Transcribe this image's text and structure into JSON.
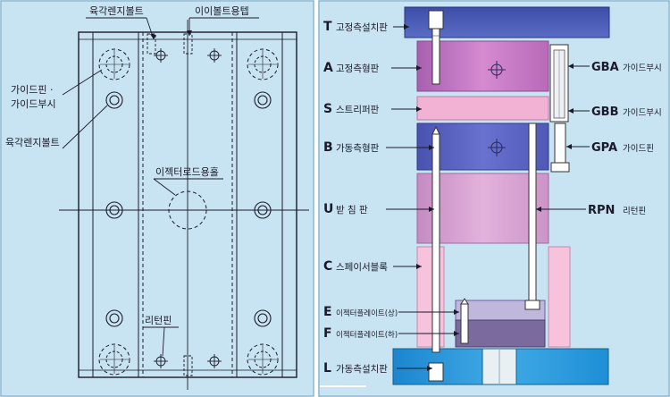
{
  "left_panel": {
    "background": "#c8e4f2",
    "labels": {
      "hex_bolt_top": "육각렌지볼트",
      "eye_bolt_hole": "이이볼트용텝",
      "guide_pin_bush_line1": "가이드핀 ·",
      "guide_pin_bush_line2": "가이드부시",
      "hex_bolt_side": "육각렌지볼트",
      "ejector_rod_hole": "이젝터로드용홀",
      "return_pin": "리턴핀"
    }
  },
  "right_panel": {
    "background": "#c8e4f2",
    "plates": [
      {
        "code": "T",
        "name": "고정측설치판",
        "color": "#4a5cb4"
      },
      {
        "code": "A",
        "name": "고정측형판",
        "color": "#c37bc2"
      },
      {
        "code": "S",
        "name": "스트리퍼판",
        "color": "#f1b2d4"
      },
      {
        "code": "B",
        "name": "가동측형판",
        "color": "#5c64c4"
      },
      {
        "code": "U",
        "name": "받 침 판",
        "color": "#d69fd0"
      },
      {
        "code": "C",
        "name": "스페이서블록",
        "color": "#f6c2dc"
      },
      {
        "code": "E",
        "name": "이젝터플레이트(상)",
        "color": "#bfb8dc"
      },
      {
        "code": "F",
        "name": "이젝터플레이트(하)",
        "color": "#7a6a9e"
      },
      {
        "code": "L",
        "name": "가동측설치판",
        "color": "#1e8fd6"
      }
    ],
    "right_labels": [
      {
        "code": "GBA",
        "name": "가이드부시"
      },
      {
        "code": "GBB",
        "name": "가이드부시"
      },
      {
        "code": "GPA",
        "name": "가이드핀"
      },
      {
        "code": "RPN",
        "name": "리턴핀"
      }
    ]
  }
}
